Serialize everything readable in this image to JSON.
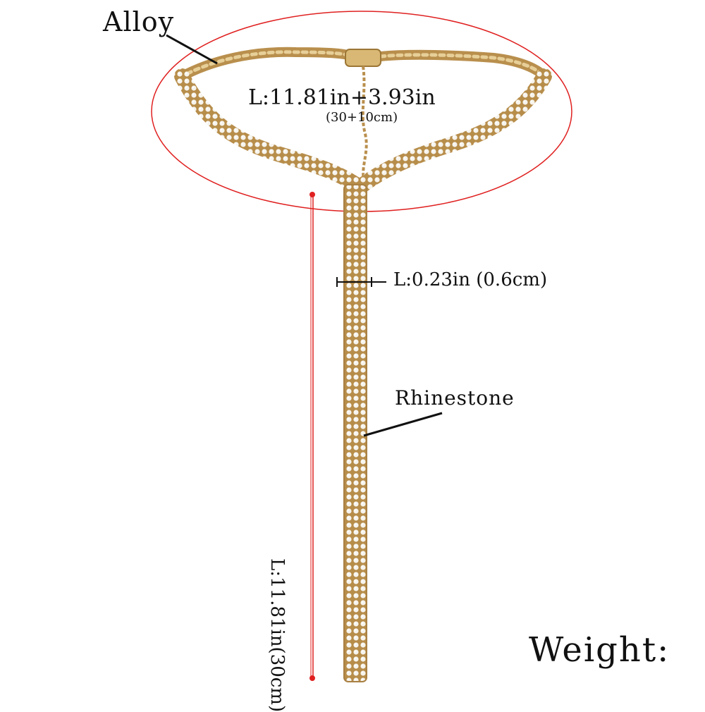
{
  "labels": {
    "material_top": "Alloy",
    "necklace_length": "L:11.81in+3.93in",
    "necklace_length_cm": "(30+10cm)",
    "width": "L:0.23in (0.6cm)",
    "material_bottom": "Rhinestone",
    "drop_length": "L:11.81in(30cm)",
    "weight": "Weight:"
  },
  "colors": {
    "measure_line": "#e02020",
    "chain_gold": "#c9a25a",
    "stone": "#f4f1ea",
    "pointer": "#111111"
  }
}
